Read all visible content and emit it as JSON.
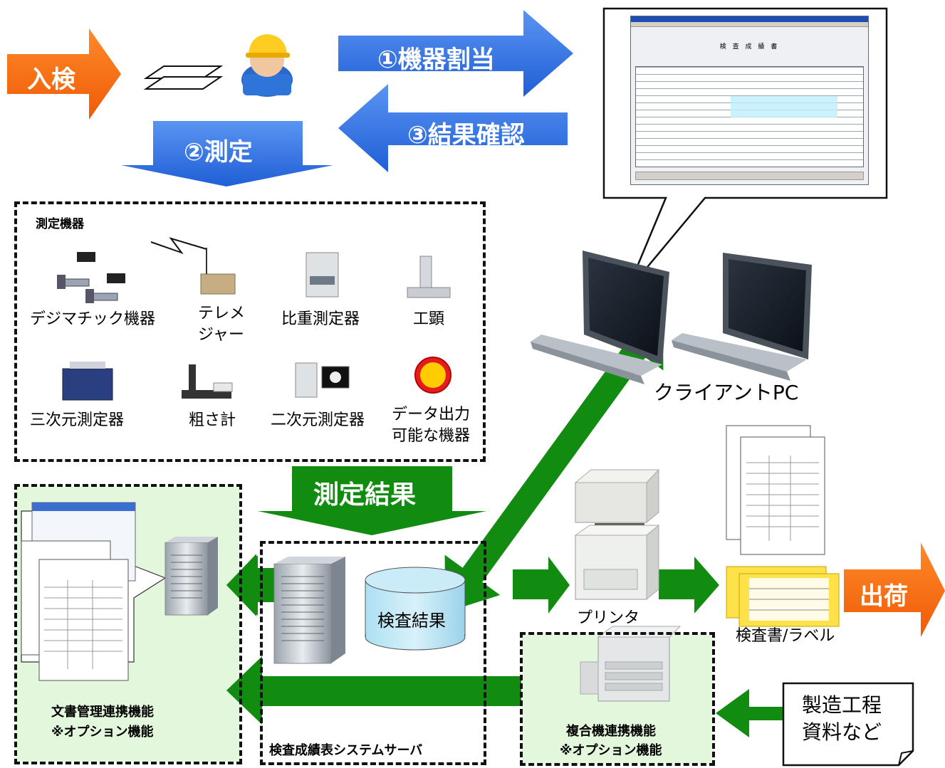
{
  "flow": {
    "incoming": "入検",
    "shipping": "出荷",
    "step1": "①機器割当",
    "step2": "②測定",
    "step3": "③結果確認",
    "results": "測定結果"
  },
  "instruments": {
    "title": "測定機器",
    "items": [
      {
        "label": "デジマチック機器"
      },
      {
        "label": "テレメ\nジャー"
      },
      {
        "label": "比重測定器"
      },
      {
        "label": "工顕"
      },
      {
        "label": "三次元測定器"
      },
      {
        "label": "粗さ計"
      },
      {
        "label": "二次元測定器"
      },
      {
        "label": "データ出力\n可能な機器"
      }
    ]
  },
  "client": {
    "label": "クライアントPC"
  },
  "printer": {
    "label": "プリンタ"
  },
  "output": {
    "label": "検査書/ラベル"
  },
  "database": {
    "label": "検査結果"
  },
  "server": {
    "label": "検査成績表システムサーバ"
  },
  "doc_mgmt": {
    "line1": "文書管理連携機能",
    "line2": "※オプション機能"
  },
  "mfp": {
    "line1": "複合機連携機能",
    "line2": "※オプション機能"
  },
  "note": {
    "text": "製造工程\n資料など"
  },
  "screen": {
    "title": "検 査 成 績 書"
  },
  "colors": {
    "blue": "#2f6fe0",
    "green": "#118c11",
    "orange": "#f26a10",
    "panel": "#e3f7dc"
  }
}
